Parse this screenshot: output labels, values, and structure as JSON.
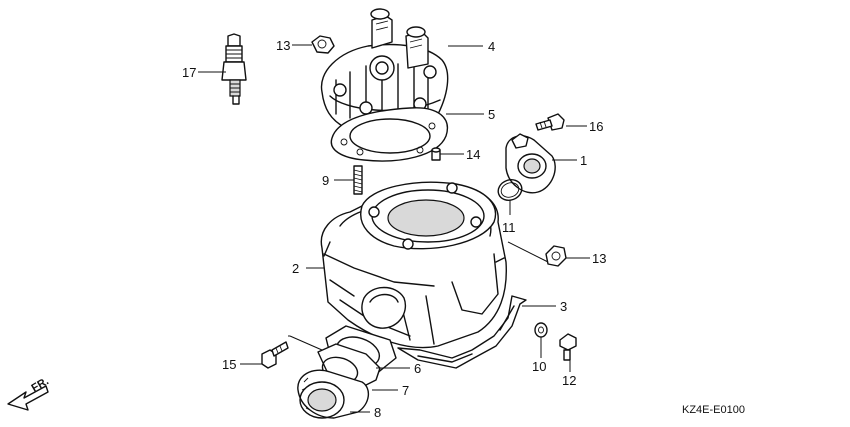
{
  "diagram": {
    "reference_code": "KZ4E-E0100",
    "front_marker": "FR.",
    "callouts": {
      "p1": "1",
      "p2": "2",
      "p3": "3",
      "p4": "4",
      "p5": "5",
      "p6": "6",
      "p7": "7",
      "p8": "8",
      "p9": "9",
      "p10": "10",
      "p11": "11",
      "p12": "12",
      "p13a": "13",
      "p13b": "13",
      "p14": "14",
      "p15": "15",
      "p16": "16",
      "p17": "17"
    }
  }
}
